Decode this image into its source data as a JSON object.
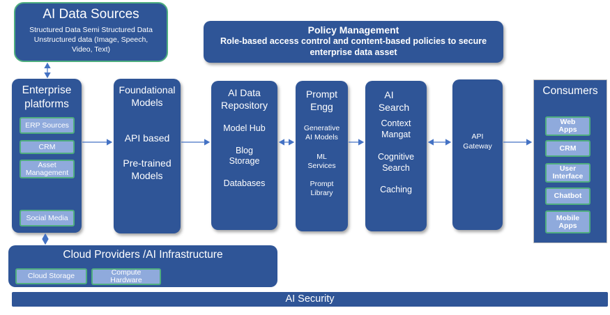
{
  "ai_data_sources": {
    "title": "AI Data Sources",
    "line1": "Structured Data  Semi Structured Data",
    "line2": "Unstructured data (Image, Speech,",
    "line3": "Video, Text)"
  },
  "policy": {
    "title": "Policy  Management",
    "line1": "Role-based access control and content-based policies to secure",
    "line2": "enterprise data asset"
  },
  "enterprise": {
    "title1": "Enterprise",
    "title2": "platforms",
    "items": [
      "ERP Sources",
      "CRM",
      "Asset Management",
      "Social Media"
    ]
  },
  "foundational": {
    "title1": "Foundational",
    "title2": "Models",
    "line1": "API based",
    "line2": "Pre-trained",
    "line3": "Models"
  },
  "repository": {
    "title1": "AI Data",
    "title2": "Repository",
    "item1": "Model Hub",
    "item2a": "Blog",
    "item2b": "Storage",
    "item3": "Databases"
  },
  "prompt": {
    "title1": "Prompt",
    "title2": "Engg",
    "item1a": "Generative",
    "item1b": "AI Models",
    "item2a": "ML",
    "item2b": "Services",
    "item3a": "Prompt",
    "item3b": "Library"
  },
  "search": {
    "title1": "AI",
    "title2": "Search",
    "item1a": "Context",
    "item1b": "Mangat",
    "item2a": "Cognitive",
    "item2b": "Search",
    "item3": "Caching"
  },
  "gateway": {
    "line1": "API",
    "line2": "Gateway"
  },
  "consumers": {
    "title": "Consumers",
    "items": [
      {
        "a": "Web",
        "b": "Apps"
      },
      {
        "a": "CRM",
        "b": ""
      },
      {
        "a": "User",
        "b": "Interface"
      },
      {
        "a": "Chatbot",
        "b": ""
      },
      {
        "a": "Mobile",
        "b": "Apps"
      }
    ]
  },
  "cloud": {
    "title": "Cloud Providers /AI Infrastructure",
    "item1": "Cloud Storage",
    "item2a": "Compute",
    "item2b": "Hardware"
  },
  "security": {
    "title": "AI  Security"
  },
  "colors": {
    "box": "#2f5597",
    "pill": "#8faadc",
    "pill_border": "#4fae7f",
    "arrow": "#4472c4"
  }
}
